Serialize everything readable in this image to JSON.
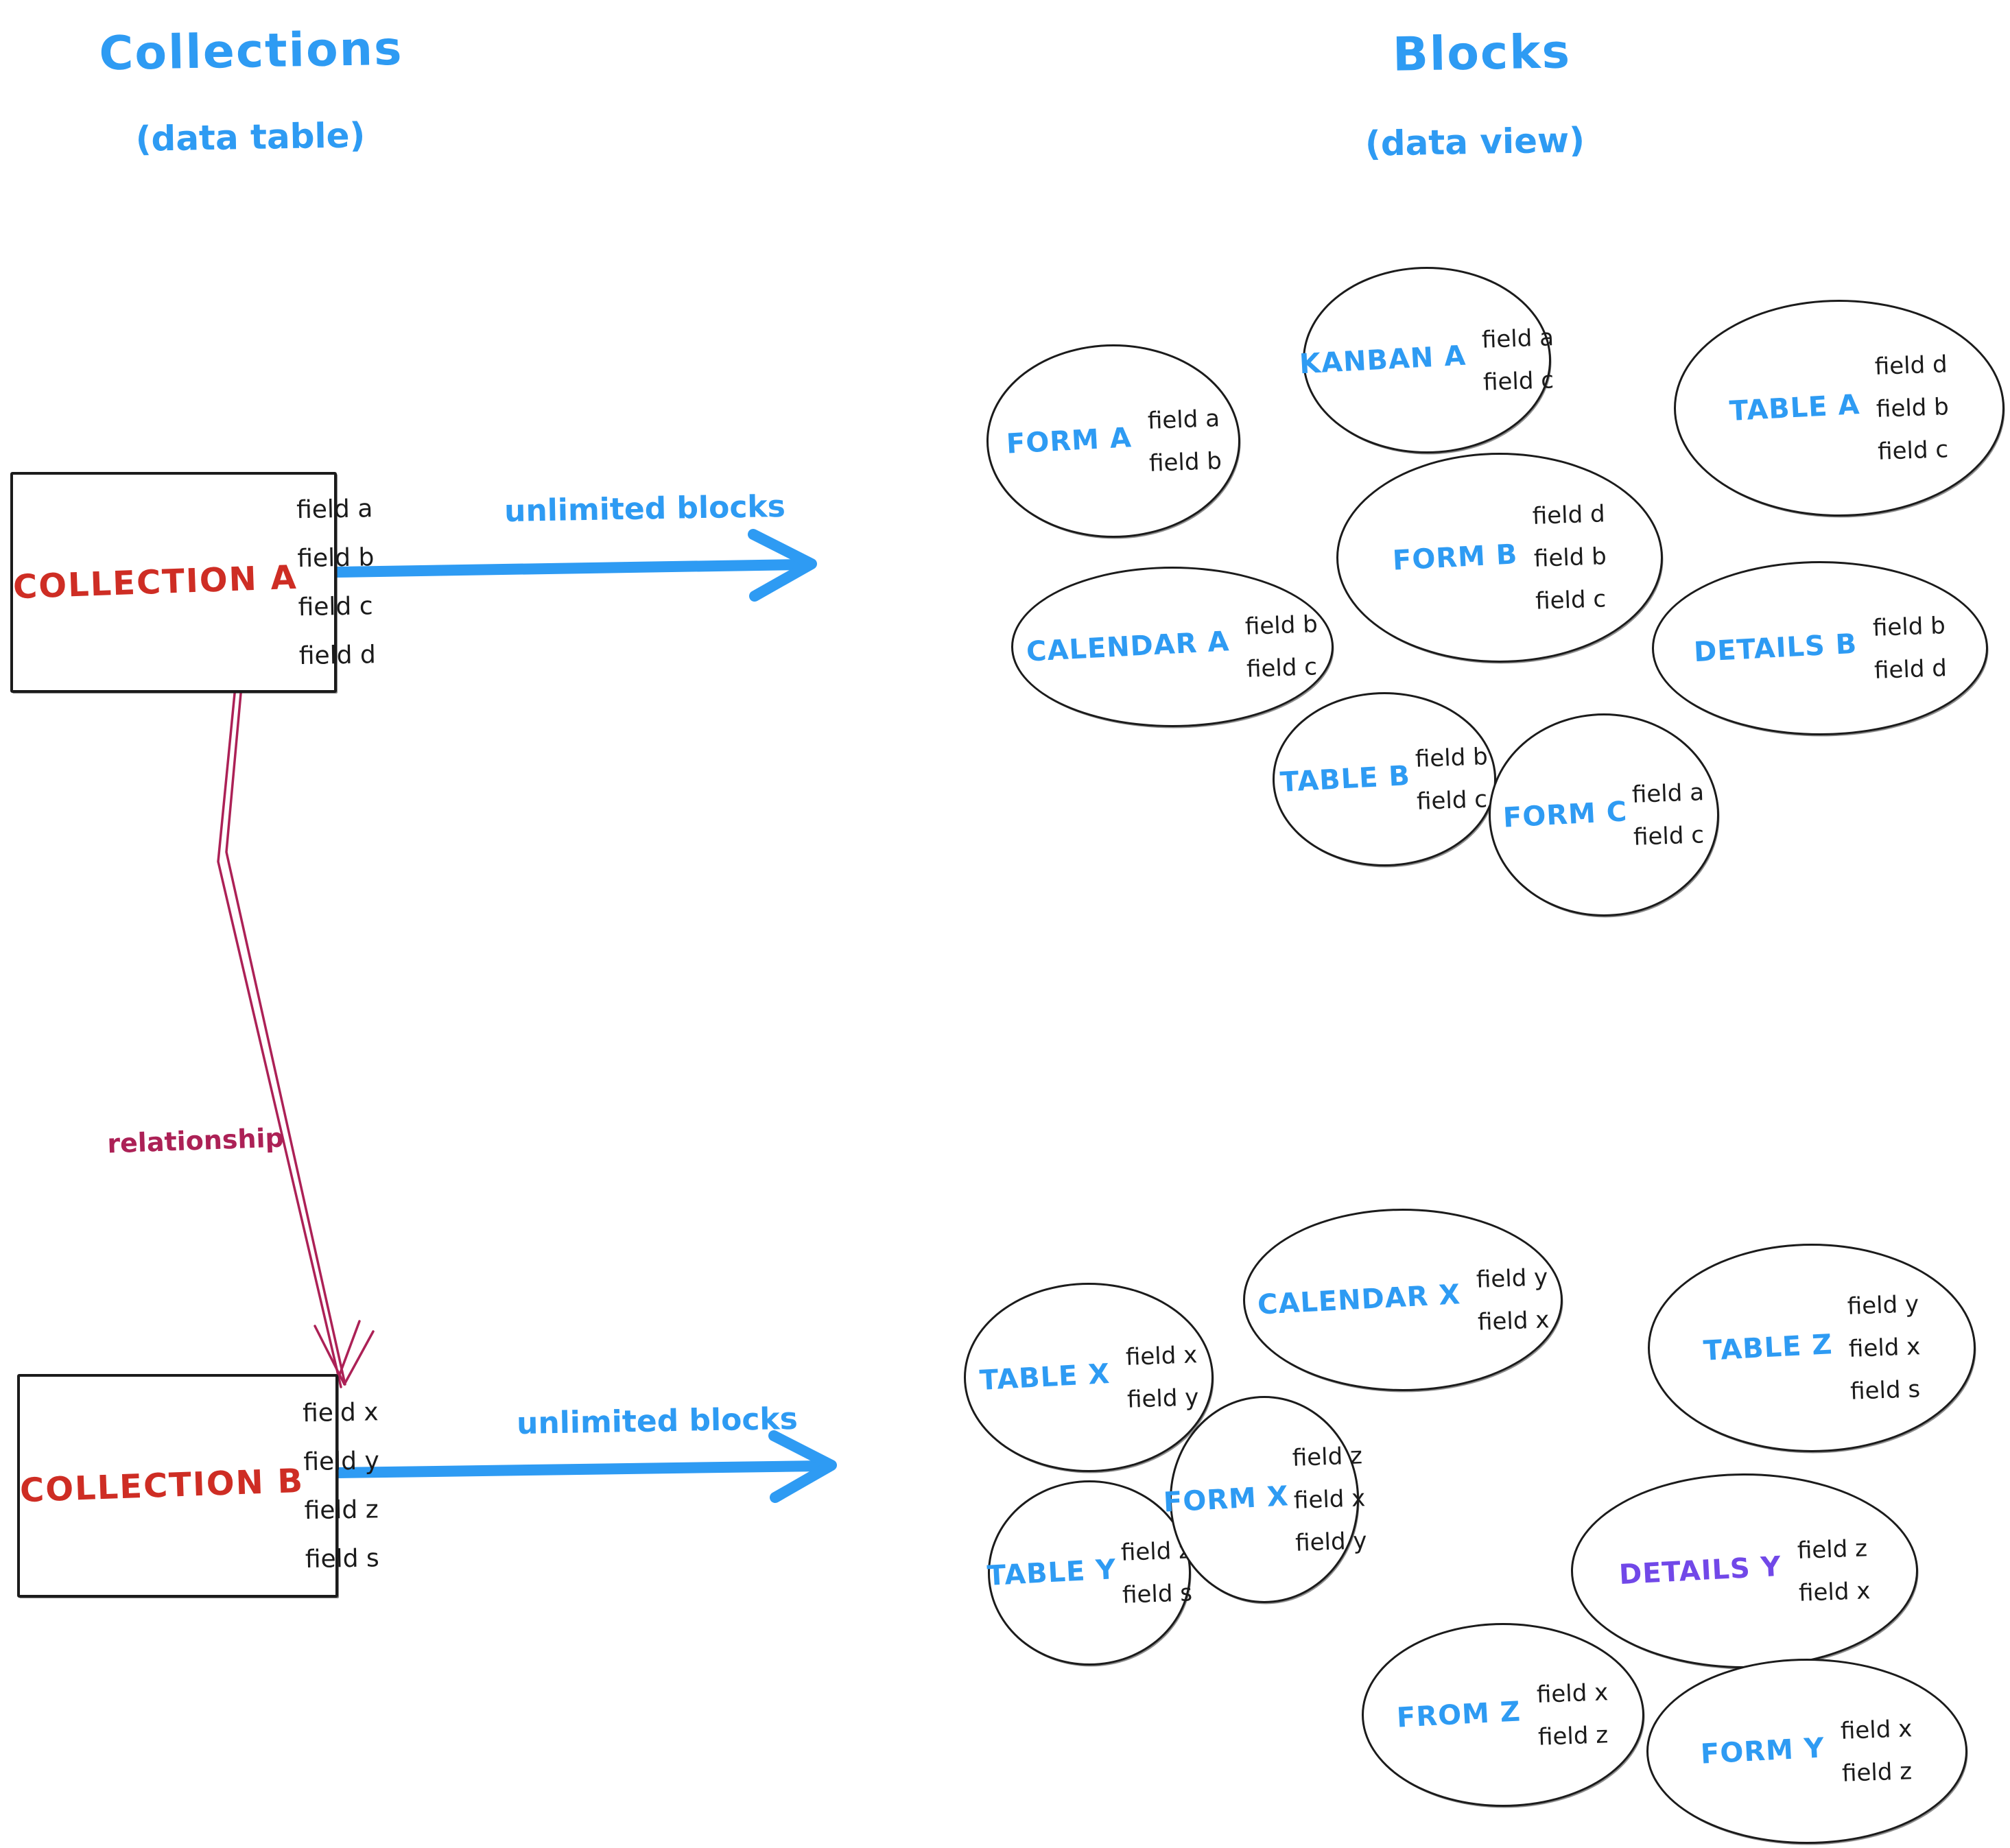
{
  "left_header": {
    "title": "Collections",
    "subtitle": "(data table)"
  },
  "right_header": {
    "title": "Blocks",
    "subtitle": "(data view)"
  },
  "collections": {
    "a": {
      "name": "COLLECTION A",
      "fields": [
        "field a",
        "field b",
        "field c",
        "field d"
      ]
    },
    "b": {
      "name": "COLLECTION B",
      "fields": [
        "field x",
        "field y",
        "field z",
        "field s"
      ]
    }
  },
  "arrows": {
    "top_unlimited_label": "unlimited blocks",
    "bottom_unlimited_label": "unlimited blocks",
    "relationship_label": "relationship"
  },
  "blocks_a": [
    {
      "label": "FORM A",
      "fields": [
        "field a",
        "field b"
      ]
    },
    {
      "label": "KANBAN A",
      "fields": [
        "field a",
        "field c"
      ]
    },
    {
      "label": "TABLE A",
      "fields": [
        "field d",
        "field b",
        "field c"
      ]
    },
    {
      "label": "CALENDAR A",
      "fields": [
        "field b",
        "field c"
      ]
    },
    {
      "label": "FORM B",
      "fields": [
        "field d",
        "field b",
        "field c"
      ]
    },
    {
      "label": "DETAILS B",
      "fields": [
        "field b",
        "field d"
      ]
    },
    {
      "label": "TABLE B",
      "fields": [
        "field b",
        "field c"
      ]
    },
    {
      "label": "FORM C",
      "fields": [
        "field a",
        "field c"
      ]
    }
  ],
  "blocks_b": [
    {
      "label": "TABLE X",
      "fields": [
        "field x",
        "field y"
      ]
    },
    {
      "label": "CALENDAR X",
      "fields": [
        "field y",
        "field x"
      ]
    },
    {
      "label": "TABLE Z",
      "fields": [
        "field y",
        "field x",
        "field s"
      ]
    },
    {
      "label": "TABLE Y",
      "fields": [
        "field z",
        "field s"
      ]
    },
    {
      "label": "FORM X",
      "fields": [
        "field z",
        "field x",
        "field y"
      ]
    },
    {
      "label": "DETAILS Y",
      "fields": [
        "field z",
        "field x"
      ]
    },
    {
      "label": "FROM Z",
      "fields": [
        "field x",
        "field z"
      ]
    },
    {
      "label": "FORM Y",
      "fields": [
        "field x",
        "field z"
      ]
    }
  ],
  "colors": {
    "accent_blue": "#2E9BF3",
    "collection_red": "#CE2D24",
    "relationship_crimson": "#AC2156",
    "details_purple": "#7148E8",
    "ink": "#1B1B1B"
  }
}
